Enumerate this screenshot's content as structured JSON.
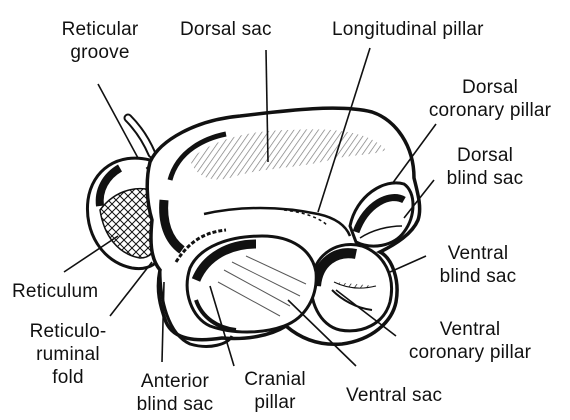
{
  "colors": {
    "background": "#ffffff",
    "ink": "#111111"
  },
  "labels": {
    "reticular_groove": [
      "Reticular",
      "groove"
    ],
    "dorsal_sac": [
      "Dorsal sac"
    ],
    "longitudinal_pillar": [
      "Longitudinal pillar"
    ],
    "dorsal_coronary_pillar": [
      "Dorsal",
      "coronary pillar"
    ],
    "dorsal_blind_sac": [
      "Dorsal",
      "blind sac"
    ],
    "ventral_blind_sac": [
      "Ventral",
      "blind sac"
    ],
    "reticulum": [
      "Reticulum"
    ],
    "reticulo_ruminal_fold": [
      "Reticulo-",
      "ruminal",
      "fold"
    ],
    "ventral_coronary_pillar": [
      "Ventral",
      "coronary pillar"
    ],
    "anterior_blind_sac": [
      "Anterior",
      "blind sac"
    ],
    "cranial_pillar": [
      "Cranial",
      "pillar"
    ],
    "ventral_sac": [
      "Ventral sac"
    ]
  }
}
